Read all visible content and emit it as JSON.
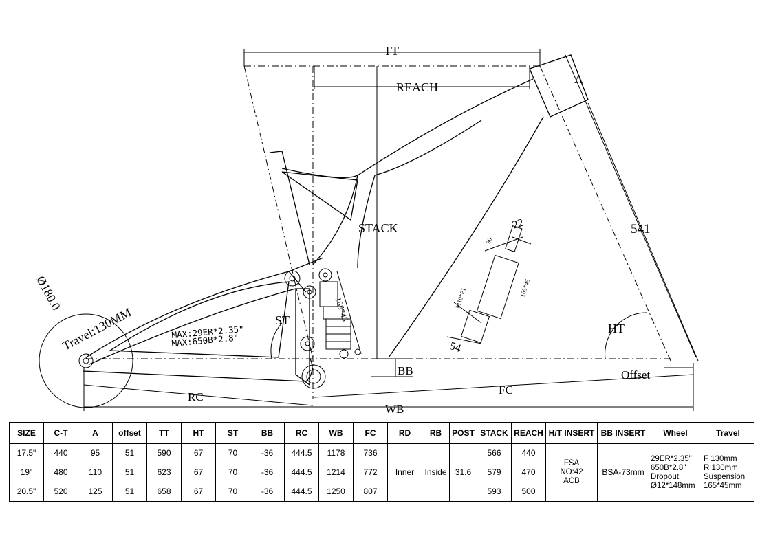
{
  "diagram": {
    "labels": {
      "tt": "TT",
      "reach": "REACH",
      "a": "A",
      "stack": "STACK",
      "fork_length": "541",
      "shock_top": "22",
      "shock_stroke_label": "165*45",
      "shock_eye_length": "165*45",
      "shock_bottom": "54",
      "shock_small_a": "M10*P1",
      "shock_small_b": "30",
      "st": "ST",
      "ht": "HT",
      "bb": "BB",
      "offset": "Offset",
      "rc": "RC",
      "fc": "FC",
      "wb": "WB",
      "wheel_diameter": "Ø180.0",
      "travel": "Travel:130MM",
      "max_29": "MAX:29ER*2.35\"",
      "max_650": "MAX:650B*2.8\""
    }
  },
  "table": {
    "headers": [
      "SIZE",
      "C-T",
      "A",
      "offset",
      "TT",
      "HT",
      "ST",
      "BB",
      "RC",
      "WB",
      "FC",
      "RD",
      "RB",
      "POST",
      "STACK",
      "REACH",
      "H/T INSERT",
      "BB INSERT",
      "Wheel",
      "Travel"
    ],
    "rows": [
      {
        "size": "17.5\"",
        "ct": "440",
        "a": "95",
        "offset": "51",
        "tt": "590",
        "ht": "67",
        "st": "70",
        "bb": "-36",
        "rc": "444.5",
        "wb": "1178",
        "fc": "736",
        "stack": "566",
        "reach": "440"
      },
      {
        "size": "19\"",
        "ct": "480",
        "a": "110",
        "offset": "51",
        "tt": "623",
        "ht": "67",
        "st": "70",
        "bb": "-36",
        "rc": "444.5",
        "wb": "1214",
        "fc": "772",
        "stack": "579",
        "reach": "470"
      },
      {
        "size": "20.5\"",
        "ct": "520",
        "a": "125",
        "offset": "51",
        "tt": "658",
        "ht": "67",
        "st": "70",
        "bb": "-36",
        "rc": "444.5",
        "wb": "1250",
        "fc": "807",
        "stack": "593",
        "reach": "500"
      }
    ],
    "shared": {
      "rd": "Inner",
      "rb": "Inside",
      "post": "31.6",
      "ht_insert": [
        "FSA",
        "NO:42",
        "ACB"
      ],
      "bb_insert": "BSA-73mm",
      "wheel": [
        "29ER*2.35\"",
        "650B*2.8\"",
        "Dropout:",
        "Ø12*148mm"
      ],
      "travel": [
        "F 130mm",
        "R 130mm",
        "Suspension",
        "165*45mm"
      ]
    }
  }
}
